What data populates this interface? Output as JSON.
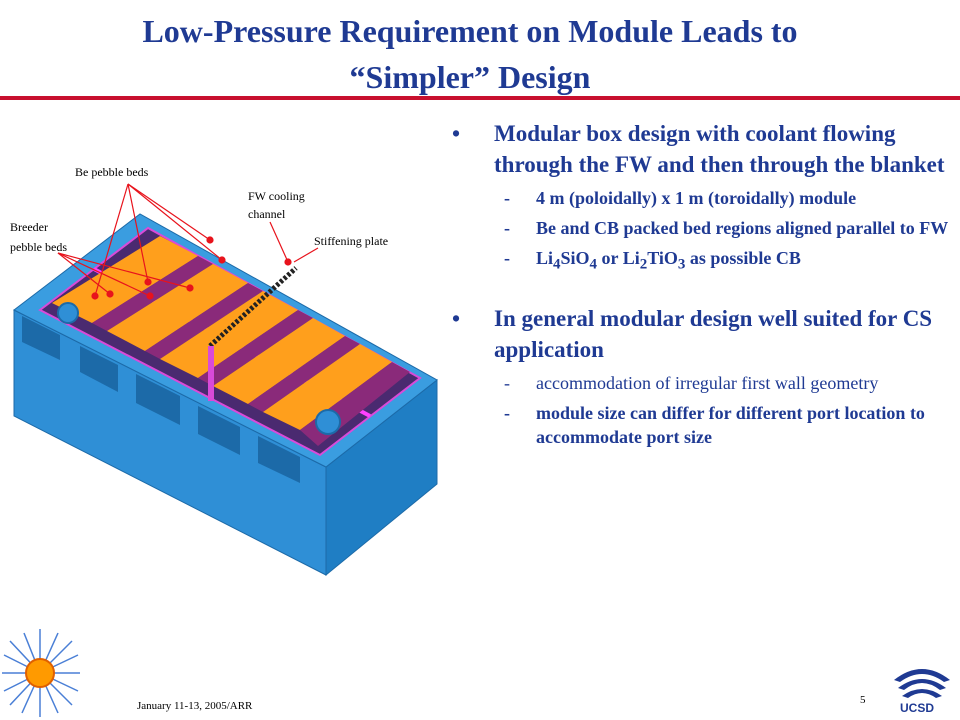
{
  "title": {
    "line1": "Low-Pressure Requirement on Module Leads to",
    "line2": "“Simpler” Design"
  },
  "diagram": {
    "labels": {
      "be_pebble_beds": "Be pebble beds",
      "fw_cooling_1": "FW cooling",
      "fw_cooling_2": "channel",
      "breeder_1": "Breeder",
      "breeder_2": "pebble beds",
      "stiffening_plate": "Stiffening plate"
    }
  },
  "bullets": [
    {
      "bullet_char": "•",
      "text": "Modular box design with coolant flowing through the FW and then through the blanket",
      "subs": [
        {
          "dash": "-",
          "text": "4 m (poloidally) x 1 m (toroidally) module"
        },
        {
          "dash": "-",
          "text": "Be and CB packed bed regions aligned  parallel to FW"
        }
      ],
      "formula": {
        "dash": "-",
        "p1": "Li",
        "s1": "4",
        "p2": "SiO",
        "s2": "4",
        "p3": " or Li",
        "s3": "2",
        "p4": "TiO",
        "s4": "3",
        "p5": " as possible CB"
      }
    },
    {
      "bullet_char": "•",
      "text": "In general modular design well suited for CS application",
      "subs": [
        {
          "dash": "-",
          "text": "accommodation of  irregular first wall geometry"
        },
        {
          "dash": "-",
          "text": "module size can differ for different port location to accommodate port size"
        }
      ]
    }
  ],
  "footer": {
    "date": "January 11-13, 2005/ARR",
    "page": "5"
  },
  "logo": {
    "text": "UCSD"
  },
  "colors": {
    "title": "#1f3a93",
    "rule": "#c8102e",
    "box": "#2f8fd6",
    "orange": "#ff9f1c",
    "purple": "#7a1f6b",
    "magenta": "#ff40ff"
  }
}
